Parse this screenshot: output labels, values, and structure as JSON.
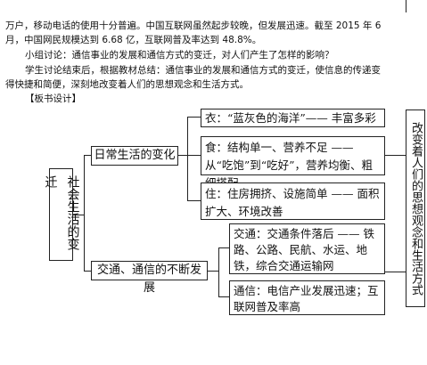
{
  "text": {
    "line1": "万户，移动电话的使用十分普遍。中国互联网虽然起步较晚，但发展迅速。截至 2015 年 6",
    "line2": "月，中国网民规模达到 6.68 亿，互联网普及率达到 48.8%。",
    "line3": "小组讨论：通信事业的发展和通信方式的变迁，对人们产生了怎样的影响？",
    "line4": "学生讨论结束后，根据教材总结：通信事业的发展和通信方式的变迁，使信息的传递变",
    "line5": "得快捷和简便，深刻地改变着人们的思想观念和生活方式。",
    "board_heading": "【板书设计】"
  },
  "diagram": {
    "root": "社会生活的变迁",
    "branch_daily": "日常生活的变化",
    "branch_transport": "交通、通信的不断发展",
    "clothing": "衣：“蓝灰色的海洋”—— 丰富多彩",
    "food": "食：结构单一、营养不足 —— 从“吃饱”到“吃好”，营养均衡、粗细搭配",
    "housing": "住：住房拥挤、设施简单 —— 面积扩大、环境改善",
    "transport": "交通：交通条件落后 —— 铁路、公路、民航、水运、地铁，综合交通运输网",
    "communication": "通信：电信产业发展迅速；互联网普及率高",
    "conclusion": "改变着人们的思想观念和生活方式"
  }
}
